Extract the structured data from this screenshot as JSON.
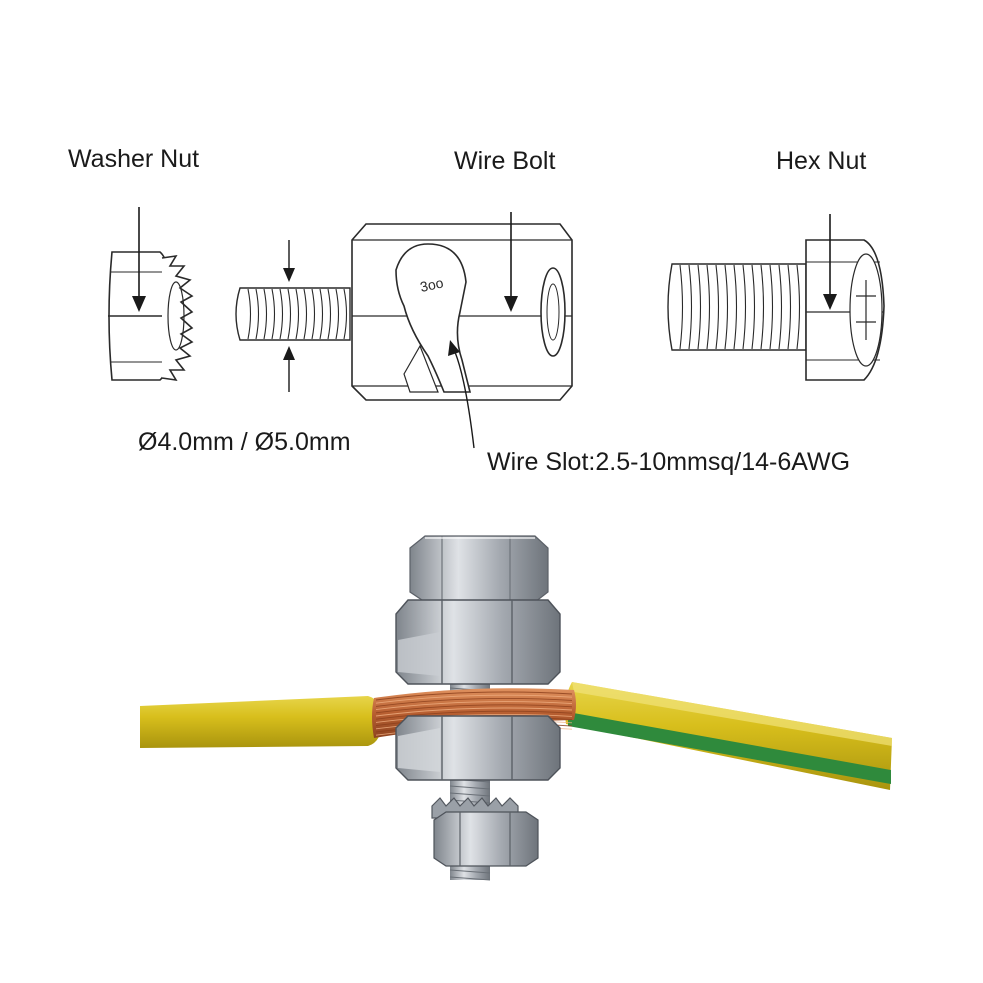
{
  "labels": {
    "washer_nut": "Washer Nut",
    "wire_bolt": "Wire Bolt",
    "hex_nut": "Hex Nut",
    "diameter": "Ø4.0mm / Ø5.0mm",
    "wire_slot": "Wire Slot:2.5-10mmsq/14-6AWG"
  },
  "colors": {
    "line_art": "#2a2a2a",
    "wire_insulation": "#d9c21e",
    "wire_stripe": "#2f8a3c",
    "copper": "#c46a3a",
    "steel": "#b8bcc2"
  }
}
